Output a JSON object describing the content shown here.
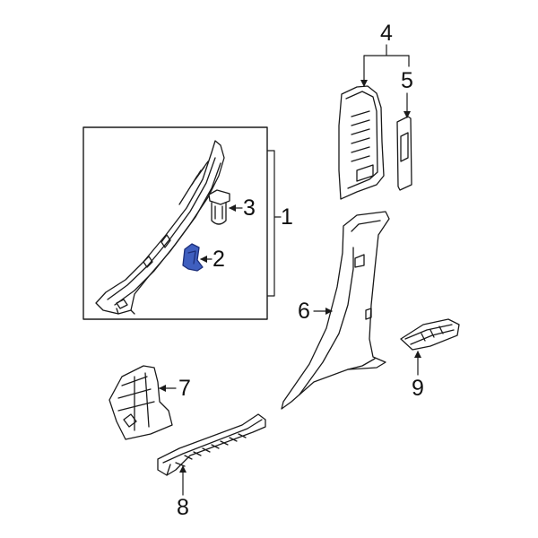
{
  "callouts": {
    "c1": "1",
    "c2": "2",
    "c3": "3",
    "c4": "4",
    "c5": "5",
    "c6": "6",
    "c7": "7",
    "c8": "8",
    "c9": "9"
  },
  "colors": {
    "line": "#1a1a1a",
    "highlight_fill": "#3f5fbf",
    "highlight_dark": "#1d2f7a"
  }
}
